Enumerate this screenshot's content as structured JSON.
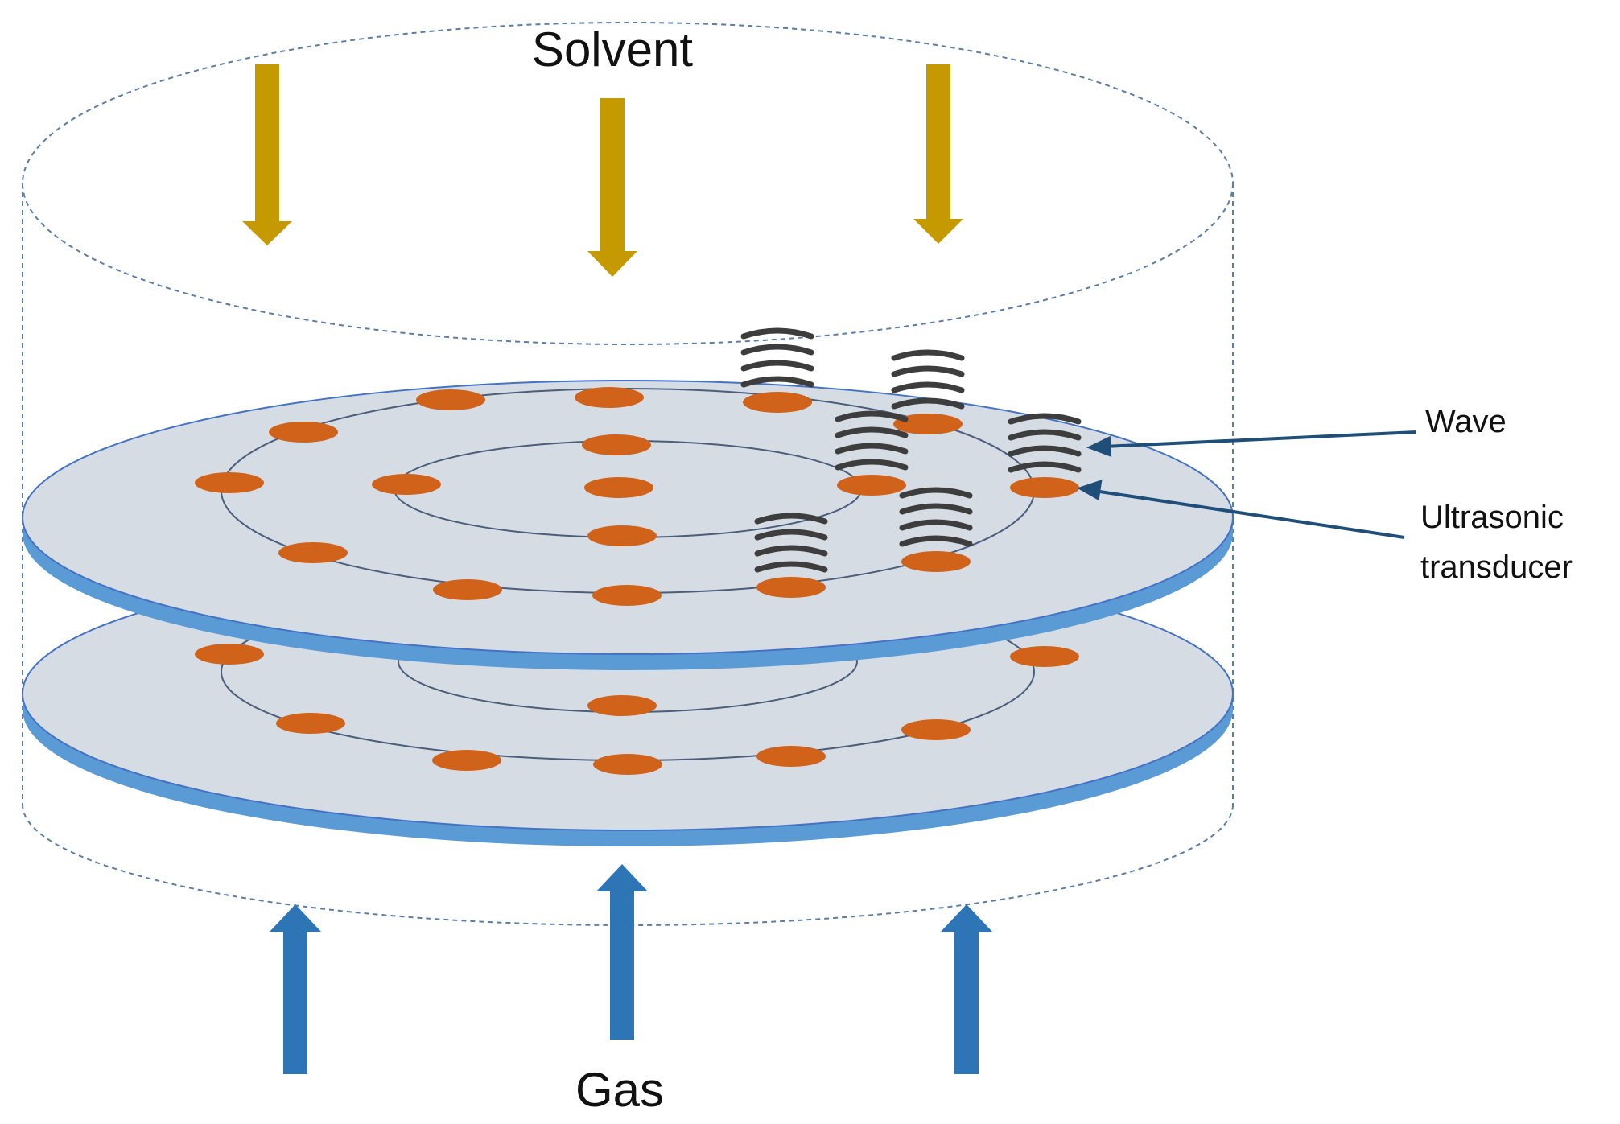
{
  "labels": {
    "solvent": "Solvent",
    "gas": "Gas",
    "wave": "Wave",
    "transducer_line1": "Ultrasonic",
    "transducer_line2": "transducer"
  },
  "colors": {
    "solvent_arrow": "#c49a00",
    "gas_arrow": "#2e75b6",
    "plate_face": "#d6dce4",
    "plate_edge": "#5b9bd5",
    "transducer": "#d0621a",
    "wave": "#3d3d3d",
    "outline": "#5a7ea6",
    "pointer": "#1f4e79"
  },
  "icons": {
    "solvent_flow": "arrow-down-icon",
    "gas_flow": "arrow-up-icon",
    "transducer": "ellipse-transducer-icon",
    "wave": "wave-arcs-icon"
  },
  "counts": {
    "solvent_arrows": 3,
    "gas_arrows": 3,
    "plates": 2
  }
}
